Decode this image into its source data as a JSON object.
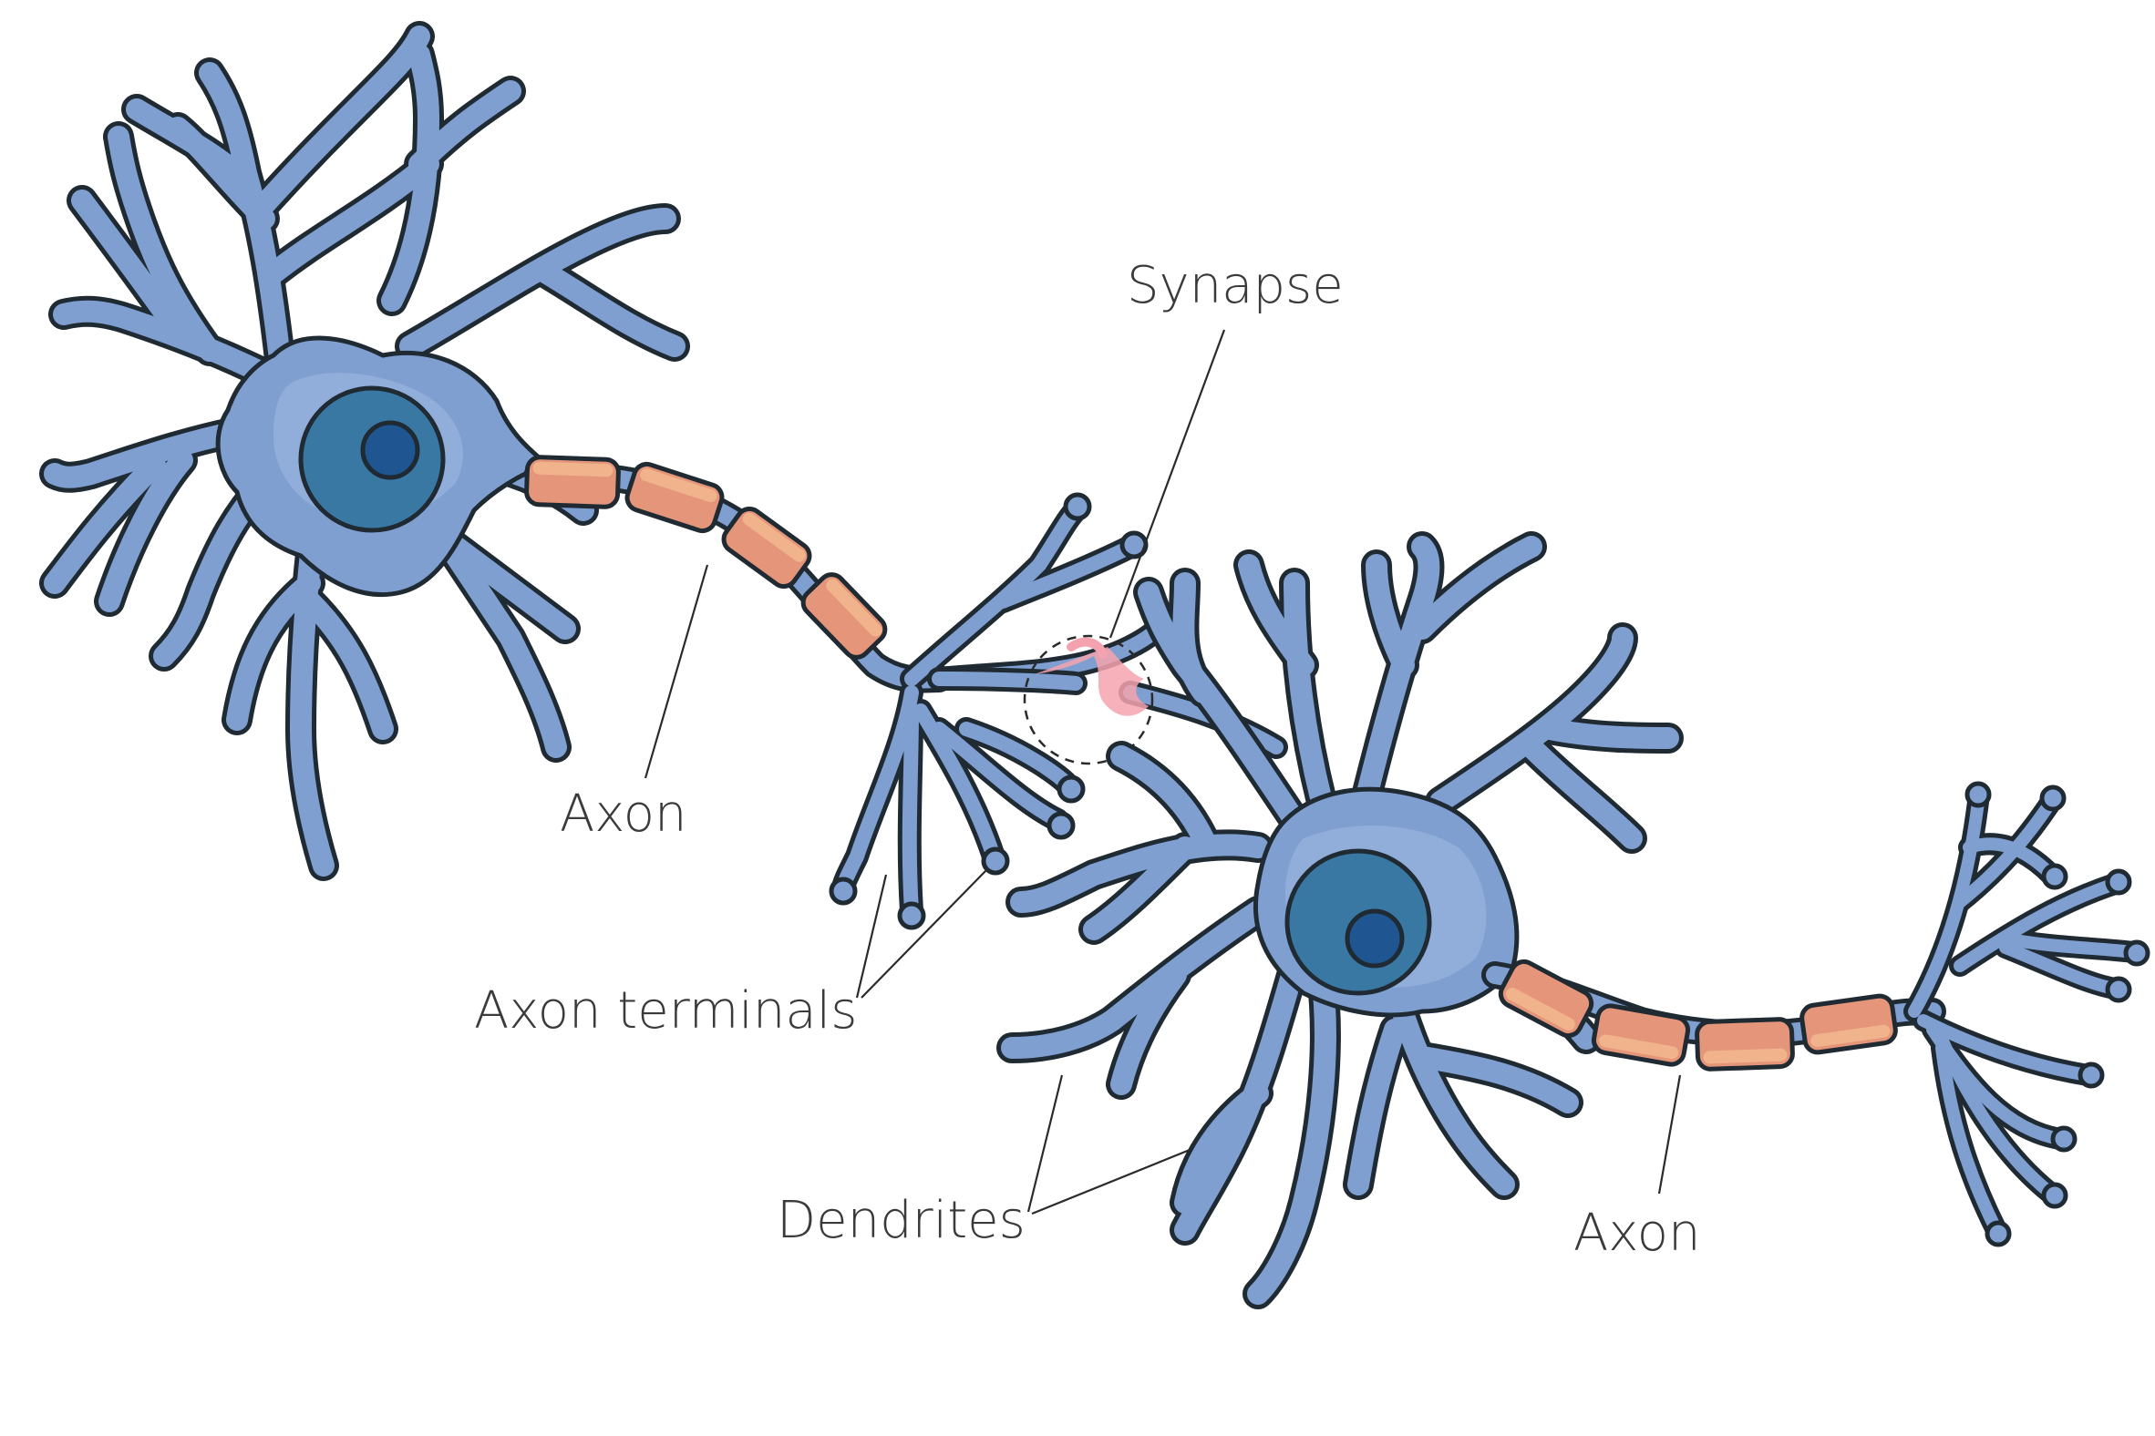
{
  "labels": {
    "synapse": "Synapse",
    "axon_left": "Axon",
    "axon_terminals": "Axon terminals",
    "dendrites": "Dendrites",
    "axon_right": "Axon"
  },
  "colors": {
    "background": "#ffffff",
    "cell_fill": "#7f9fd0",
    "cell_light": "#9cb8e0",
    "nucleus": "#3a78a4",
    "nucleolus": "#1f5590",
    "outline": "#1f2a33",
    "myelin_fill": "#e4957a",
    "myelin_light": "#f4bd93",
    "synapse_highlight": "#f4a3ae",
    "leader_line": "#2a2a2a",
    "text": "#3a3a3a"
  }
}
